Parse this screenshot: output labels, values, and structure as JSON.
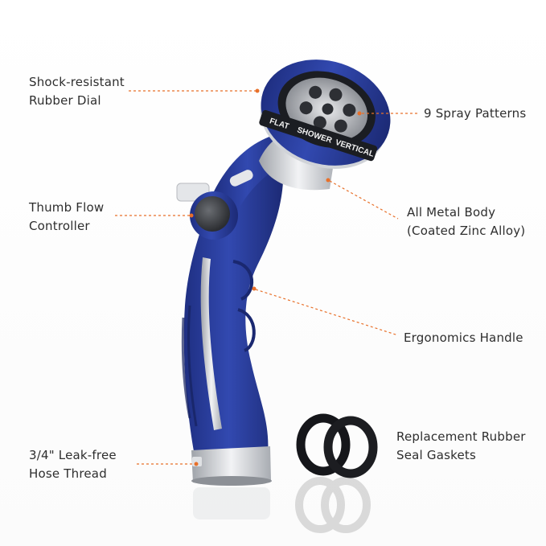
{
  "labels": {
    "dial": [
      "Shock-resistant",
      "Rubber Dial"
    ],
    "thumb": [
      "Thumb Flow",
      "Controller"
    ],
    "thread": [
      "3/4\" Leak-free",
      "Hose Thread"
    ],
    "spray": [
      "9 Spray Patterns"
    ],
    "metal": [
      "All Metal Body",
      "(Coated Zinc Alloy)"
    ],
    "handle": [
      "Ergonomics Handle"
    ],
    "gasket": [
      "Replacement Rubber",
      "Seal Gaskets"
    ]
  },
  "dial_text": {
    "a": "FLAT",
    "b": "SHOWER",
    "c": "VERTICAL"
  },
  "colors": {
    "blue": "#2a3f9a",
    "blue_dark": "#1c2c78",
    "silver": "#d6d8dc",
    "leader": "#e8702a"
  }
}
